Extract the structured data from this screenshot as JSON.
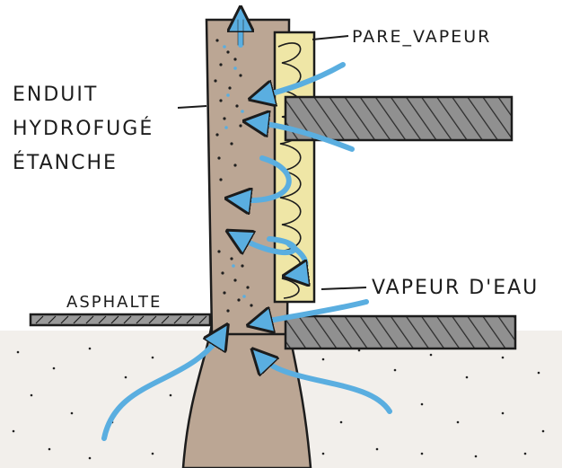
{
  "labels": {
    "enduit_line1": "ENDUIT",
    "enduit_line2": "HYDROFUGÉ",
    "enduit_line3": "ÉTANCHE",
    "pare_vapeur": "PARE_VAPEUR",
    "vapeur_eau": "VAPEUR D'EAU",
    "asphalte": "ASPHALTE"
  },
  "colors": {
    "wall": "#bba694",
    "ground": "#f2efeb",
    "arrow": "#5aaee0",
    "insulation": "#efe6a6",
    "ink": "#1c1c1c",
    "beam": "#8c8c8c"
  }
}
